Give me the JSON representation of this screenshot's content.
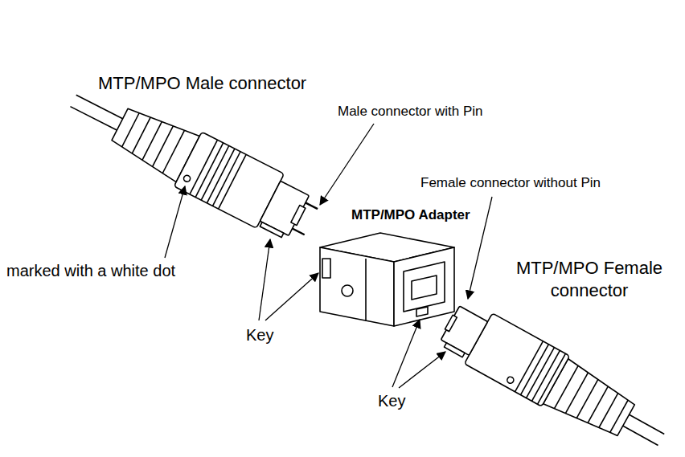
{
  "diagram": {
    "labels": [
      "MTP/MPO Male connector",
      "Male connector with Pin",
      "Female connector without Pin",
      "MTP/MPO Adapter",
      "MTP/MPO Female connector",
      "marked with a white dot",
      "Key",
      "Key"
    ]
  }
}
